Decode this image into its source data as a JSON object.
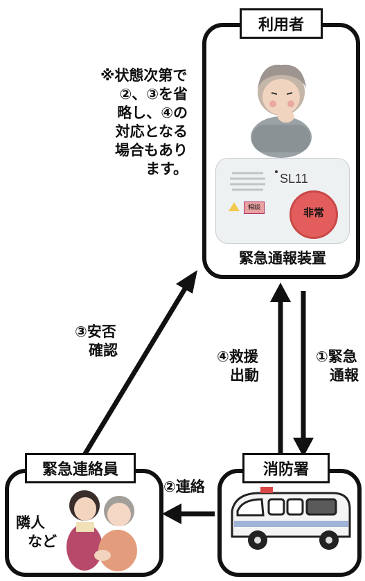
{
  "user_box": {
    "title": "利用者",
    "device_label": "緊急通報装置"
  },
  "note": [
    "※状態次第で",
    "②、③を省",
    "略し、④の",
    "対応となる",
    "場合もあり",
    "ます。"
  ],
  "device": {
    "model": "SL11",
    "button": "非常",
    "small_button": "相談"
  },
  "contact_box": {
    "title": "緊急連絡員",
    "label": [
      "隣人",
      "など"
    ]
  },
  "fire_box": {
    "title": "消防署"
  },
  "arrows": {
    "confirm": [
      "③安否",
      "確認"
    ],
    "rescue": [
      "④救援",
      "出動"
    ],
    "emergency": [
      "①緊急",
      "通報"
    ],
    "contact": "②連絡"
  }
}
